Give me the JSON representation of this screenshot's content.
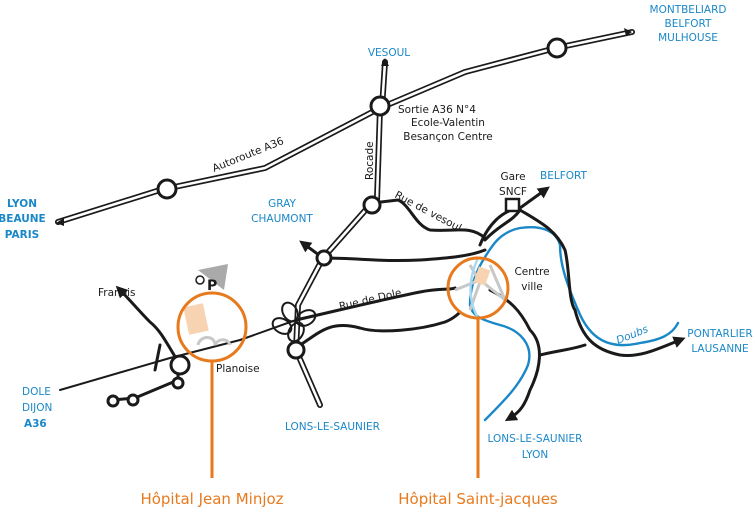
{
  "map": {
    "destinations": {
      "vesoul": "VESOUL",
      "montbeliard": [
        "MONTBELIARD",
        "BELFORT",
        "MULHOUSE"
      ],
      "lyon_west": [
        "LYON",
        "BEAUNE",
        "PARIS"
      ],
      "gray": [
        "GRAY",
        "CHAUMONT"
      ],
      "belfort": "BELFORT",
      "dole": [
        "DOLE",
        "DIJON",
        "A36"
      ],
      "lons_west": "LONS-LE-SAUNIER",
      "lons_south": [
        "LONS-LE-SAUNIER",
        "LYON"
      ],
      "pontarlier": [
        "PONTARLIER",
        "LAUSANNE"
      ]
    },
    "places": {
      "exit": [
        "Sortie A36 N°4",
        "Ecole-Valentin",
        "Besançon Centre"
      ],
      "gare": [
        "Gare",
        "SNCF"
      ],
      "centre": [
        "Centre",
        "ville"
      ],
      "francois": "Franois",
      "planoise": "Planoise",
      "parking": "P"
    },
    "roads": {
      "autoroute": "Autoroute A36",
      "rocade": "Rocade",
      "rue_vesoul": "Rue de vesoul",
      "rue_dole": "Rue de Dole"
    },
    "river": "Doubs",
    "hospitals": {
      "minjoz": "Hôpital Jean Minjoz",
      "saint_jacques": "Hôpital Saint-jacques"
    },
    "colors": {
      "destination": "#1a88c8",
      "hospital": "#e87a1e",
      "road": "#1a1a1a",
      "river": "#1a88c8"
    }
  }
}
